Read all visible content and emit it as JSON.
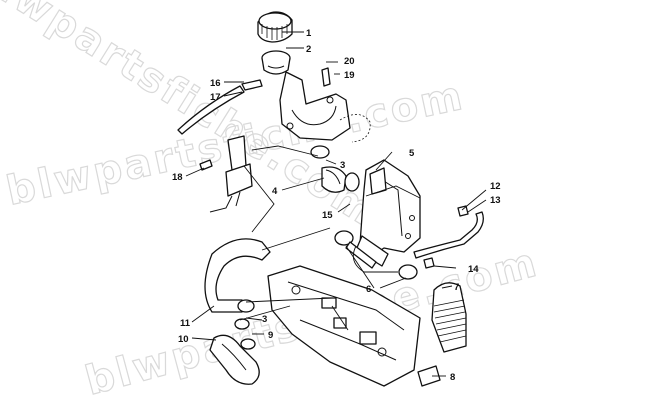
{
  "watermark": {
    "text": "blwpartsfiche.com",
    "color": "#d9d9d9"
  },
  "diagram": {
    "title": "",
    "callouts": [
      "1",
      "2",
      "3",
      "4",
      "5",
      "6",
      "7",
      "8",
      "9",
      "10",
      "11",
      "12",
      "13",
      "14",
      "15",
      "16",
      "17",
      "18",
      "19",
      "20",
      "3"
    ]
  }
}
